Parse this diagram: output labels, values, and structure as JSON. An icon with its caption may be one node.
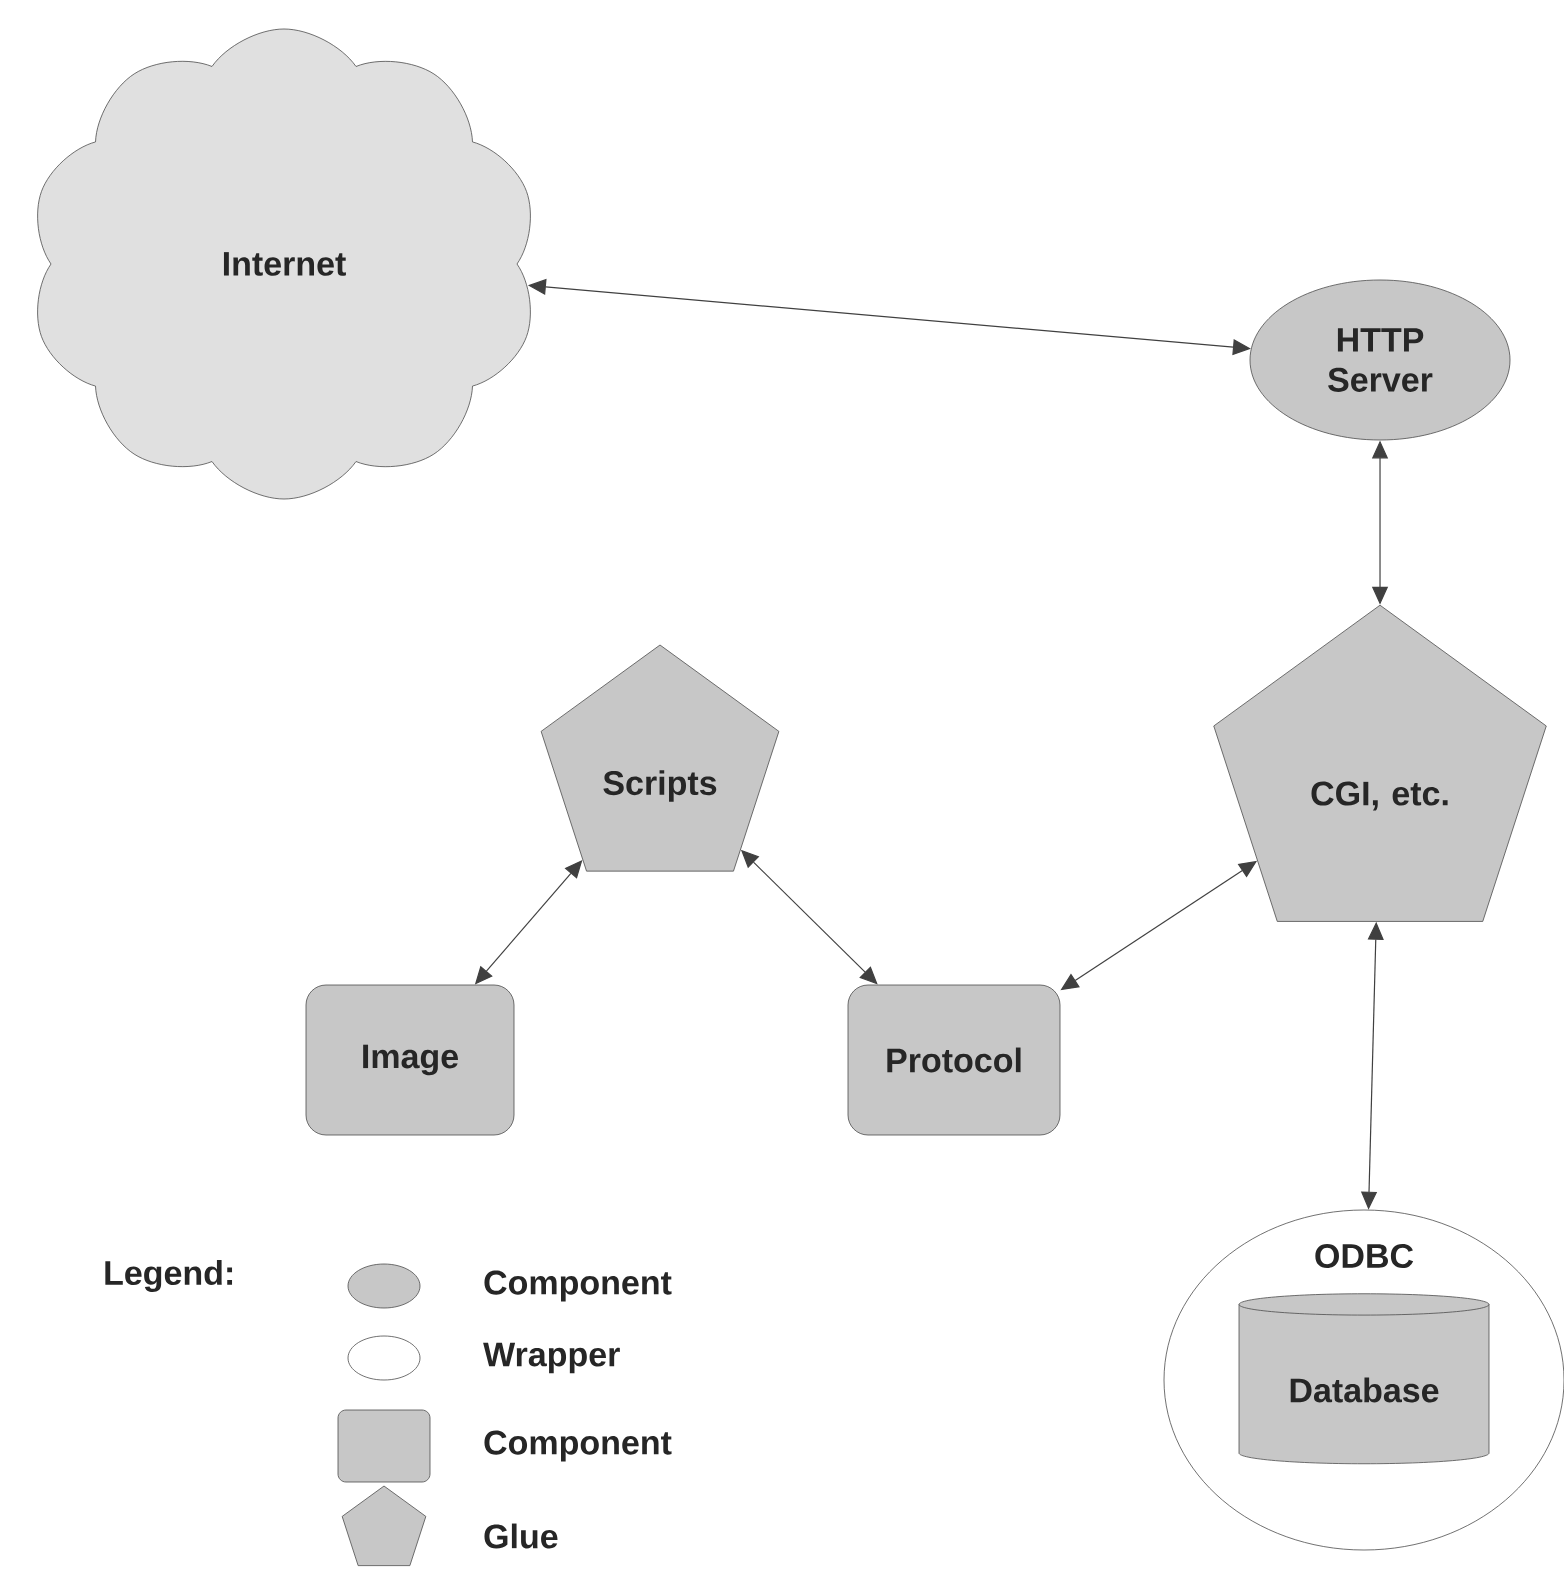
{
  "diagram": {
    "nodes": [
      {
        "text": [
          "Internet"
        ]
      },
      {
        "text": [
          "HTTP Server"
        ]
      },
      {
        "text": [
          "Scripts"
        ]
      },
      {
        "text": [
          "CGI, etc."
        ]
      },
      {
        "text": [
          "Image"
        ]
      },
      {
        "text": [
          "Protocol"
        ]
      },
      {
        "text": [
          "ODBC"
        ]
      },
      {
        "text": [
          "Database"
        ],
        "in": 6
      }
    ],
    "edges": [
      {
        "from": 0,
        "to": 1,
        "arrow": "both"
      },
      {
        "from": 1,
        "to": 3,
        "arrow": "both"
      },
      {
        "from": 2,
        "to": 4,
        "arrow": "both"
      },
      {
        "from": 2,
        "to": 5,
        "arrow": "both"
      },
      {
        "from": 3,
        "to": 5,
        "arrow": "both"
      },
      {
        "from": 3,
        "to": 6,
        "arrow": "both"
      }
    ],
    "labels": [
      "Legend:"
    ],
    "legend": [
      {
        "text": "Component"
      },
      {
        "text": "Wrapper"
      },
      {
        "text": "Component"
      },
      {
        "text": "Glue"
      }
    ]
  }
}
